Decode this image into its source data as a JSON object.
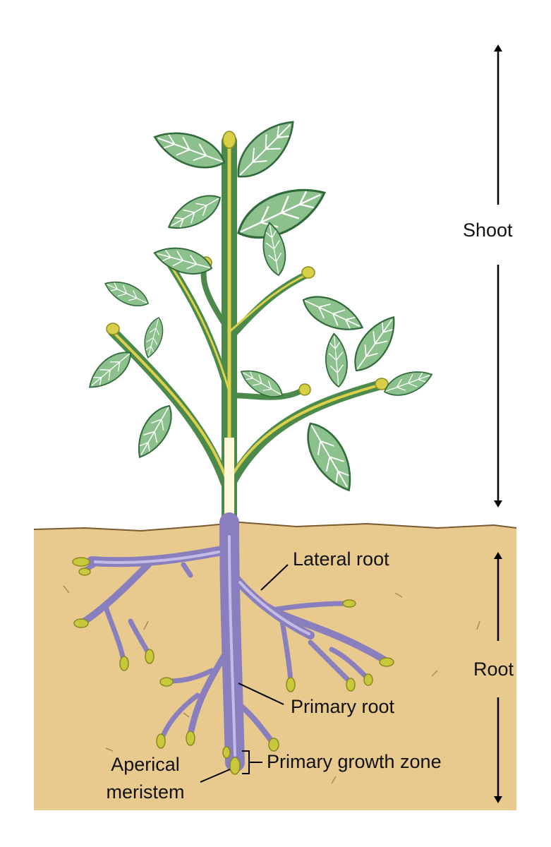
{
  "labels": {
    "shoot": "Shoot",
    "root": "Root",
    "lateral_root": "Lateral root",
    "primary_root": "Primary root",
    "primary_growth_zone": "Primary growth zone",
    "aperical_meristem_line1": "Aperical",
    "aperical_meristem_line2": "meristem"
  },
  "colors": {
    "soil": "#e8c98e",
    "soil_line": "#7a5a2e",
    "stem_green": "#4c8a4c",
    "leaf": "#8cc08c",
    "leaf_vein": "#ffffff",
    "root_purple": "#a59ad2",
    "meristem_yellow": "#c8c83c",
    "arrow": "#000000"
  }
}
